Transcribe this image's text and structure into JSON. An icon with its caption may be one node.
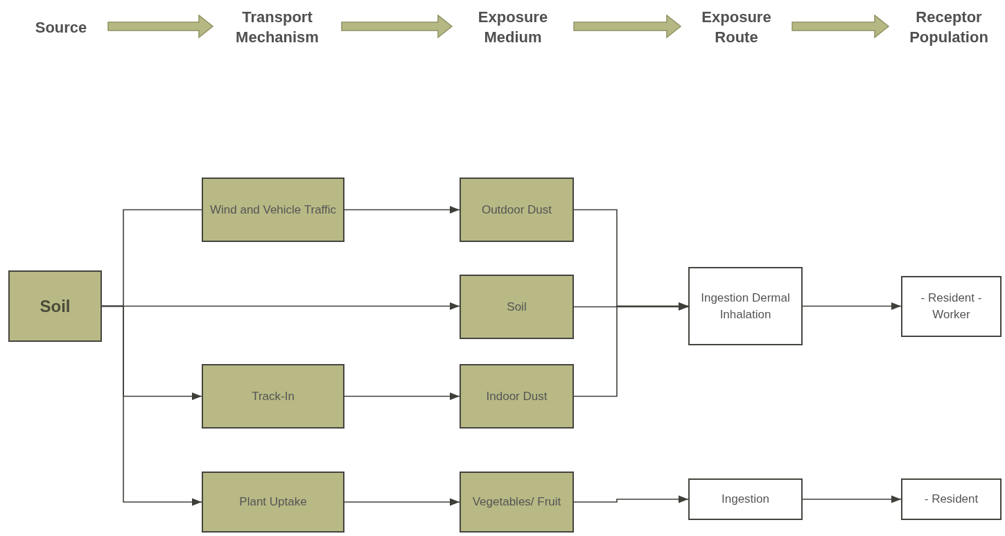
{
  "diagram": {
    "nodes": [
      {
        "text": [
          "Source"
        ]
      },
      {
        "text": [
          "Transport Mechanism"
        ]
      },
      {
        "text": [
          "Exposure Medium"
        ]
      },
      {
        "text": [
          "Exposure Route"
        ]
      },
      {
        "text": [
          "Receptor Population"
        ]
      },
      {
        "text": [
          "Wind and Vehicle Traffic"
        ]
      },
      {
        "text": [
          "Outdoor Dust"
        ]
      },
      {
        "text": [
          "Soil"
        ]
      },
      {
        "text": [
          "Soil"
        ]
      },
      {
        "text": [
          "Ingestion Dermal Inhalation"
        ]
      },
      {
        "text": [
          "- Resident - Worker"
        ]
      },
      {
        "text": [
          "Track-In"
        ]
      },
      {
        "text": [
          "Indoor Dust"
        ]
      },
      {
        "text": [
          "Plant Uptake"
        ]
      },
      {
        "text": [
          "Vegetables/ Fruit"
        ]
      },
      {
        "text": [
          "Ingestion"
        ]
      },
      {
        "text": [
          "- Resident"
        ]
      }
    ],
    "edges": [
      {
        "from": 0,
        "to": 1,
        "arrow": "to",
        "style": "thick",
        "color": "#b5b882"
      },
      {
        "from": 1,
        "to": 2,
        "arrow": "to",
        "style": "thick",
        "color": "#b5b882"
      },
      {
        "from": 2,
        "to": 3,
        "arrow": "to",
        "style": "thick",
        "color": "#b5b882"
      },
      {
        "from": 3,
        "to": 4,
        "arrow": "to",
        "style": "thick",
        "color": "#b5b882"
      },
      {
        "from": 7,
        "to": 5,
        "arrow": "none"
      },
      {
        "from": 7,
        "to": 8,
        "arrow": "to"
      },
      {
        "from": 7,
        "to": 11,
        "arrow": "to"
      },
      {
        "from": 7,
        "to": 13,
        "arrow": "to"
      },
      {
        "from": 5,
        "to": 6,
        "arrow": "to"
      },
      {
        "from": 11,
        "to": 12,
        "arrow": "to"
      },
      {
        "from": 13,
        "to": 14,
        "arrow": "to"
      },
      {
        "from": 6,
        "to": 9,
        "arrow": "to"
      },
      {
        "from": 8,
        "to": 9,
        "arrow": "to"
      },
      {
        "from": 12,
        "to": 9,
        "arrow": "to"
      },
      {
        "from": 9,
        "to": 10,
        "arrow": "to"
      },
      {
        "from": 14,
        "to": 15,
        "arrow": "to"
      },
      {
        "from": 15,
        "to": 16,
        "arrow": "to"
      }
    ]
  }
}
